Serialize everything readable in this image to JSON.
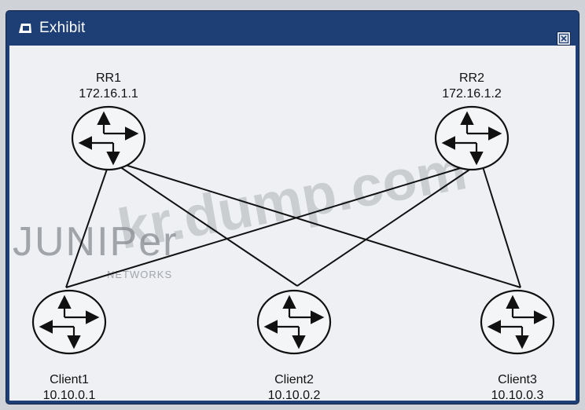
{
  "window": {
    "title": "Exhibit",
    "title_icon": "folder-icon",
    "close_icon": "close-icon"
  },
  "watermark": {
    "brand": "JUNIPer",
    "sub": "NETWORKS",
    "site": "kr.dump.com"
  },
  "diagram": {
    "nodes": [
      {
        "id": "rr1",
        "name": "RR1",
        "ip": "172.16.1.1"
      },
      {
        "id": "rr2",
        "name": "RR2",
        "ip": "172.16.1.2"
      },
      {
        "id": "client1",
        "name": "Client1",
        "ip": "10.10.0.1"
      },
      {
        "id": "client2",
        "name": "Client2",
        "ip": "10.10.0.2"
      },
      {
        "id": "client3",
        "name": "Client3",
        "ip": "10.10.0.3"
      }
    ],
    "links": [
      [
        "rr1",
        "client1"
      ],
      [
        "rr1",
        "client2"
      ],
      [
        "rr1",
        "client3"
      ],
      [
        "rr2",
        "client1"
      ],
      [
        "rr2",
        "client2"
      ],
      [
        "rr2",
        "client3"
      ]
    ],
    "router_icon": "router-icon",
    "colors": {
      "window": "#1d3f76",
      "canvas": "#eef0f3",
      "line": "#111111"
    }
  }
}
